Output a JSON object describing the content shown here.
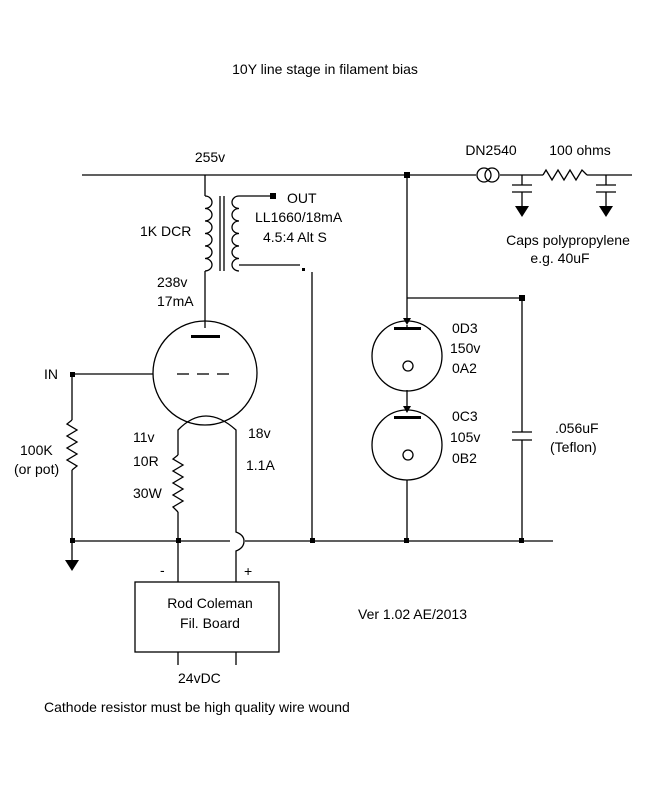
{
  "title": "10Y line stage in filament bias",
  "labels": {
    "rail_voltage": "255v",
    "dn2540": "DN2540",
    "resistor_100": "100 ohms",
    "caps_line1": "Caps polypropylene",
    "caps_line2": "e.g. 40uF",
    "out": "OUT",
    "dcr": "1K DCR",
    "transformer_line1": "LL1660/18mA",
    "transformer_line2": "4.5:4 Alt S",
    "plate_voltage": "238v",
    "plate_current": "17mA",
    "input": "IN",
    "grid_res_line1": "100K",
    "grid_res_line2": "(or pot)",
    "cathode_voltage": "11v",
    "cathode_res": "10R",
    "cathode_power": "30W",
    "fil_voltage": "18v",
    "fil_current": "1.1A",
    "vr1_line1": "0D3",
    "vr1_line2": "150v",
    "vr1_line3": "0A2",
    "vr2_line1": "0C3",
    "vr2_line2": "105v",
    "vr2_line3": "0B2",
    "bypass_cap_line1": ".056uF",
    "bypass_cap_line2": "(Teflon)",
    "minus": "-",
    "plus": "+",
    "board_line1": "Rod Coleman",
    "board_line2": "Fil. Board",
    "supply": "24vDC",
    "version": "Ver 1.02  AE/2013",
    "note": "Cathode resistor must be high quality wire wound"
  }
}
